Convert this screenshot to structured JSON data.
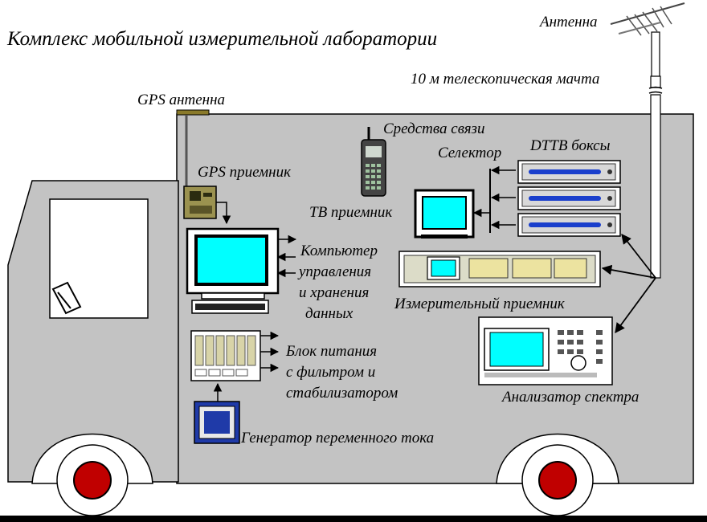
{
  "title": "Комплекс мобильной измерительной лаборатории",
  "labels": {
    "antenna": "Антенна",
    "mast": "10 м телескопическая мачта",
    "gps_antenna": "GPS антенна",
    "gps_receiver": "GPS приемник",
    "comm": "Средства связи",
    "selector": "Селектор",
    "dttb": "DTTB боксы",
    "tv_receiver": "ТВ приемник",
    "computer_line1": "Компьютер",
    "computer_line2": "управления",
    "computer_line3": "и хранения",
    "computer_line4": "данных",
    "meas_receiver": "Измерительный  приемник",
    "power_line1": "Блок питания",
    "power_line2": "с фильтром и",
    "power_line3": "стабилизатором",
    "analyzer": "Анализатор спектра",
    "generator": "Генератор переменного тока"
  },
  "colors": {
    "truck_body": "#c3c3c3",
    "screen": "#00ffff",
    "wheel_hub": "#c00000",
    "dttb_slot": "#1a3fcc",
    "generator_blue": "#1f3aa8"
  },
  "icons": [
    "yagi-antenna-icon",
    "gps-antenna-icon",
    "gps-receiver-icon",
    "radio-handset-icon",
    "tv-receiver-icon",
    "dttb-box-icon",
    "computer-monitor-icon",
    "keyboard-icon",
    "measurement-receiver-icon",
    "power-supply-icon",
    "spectrum-analyzer-icon",
    "generator-icon"
  ]
}
